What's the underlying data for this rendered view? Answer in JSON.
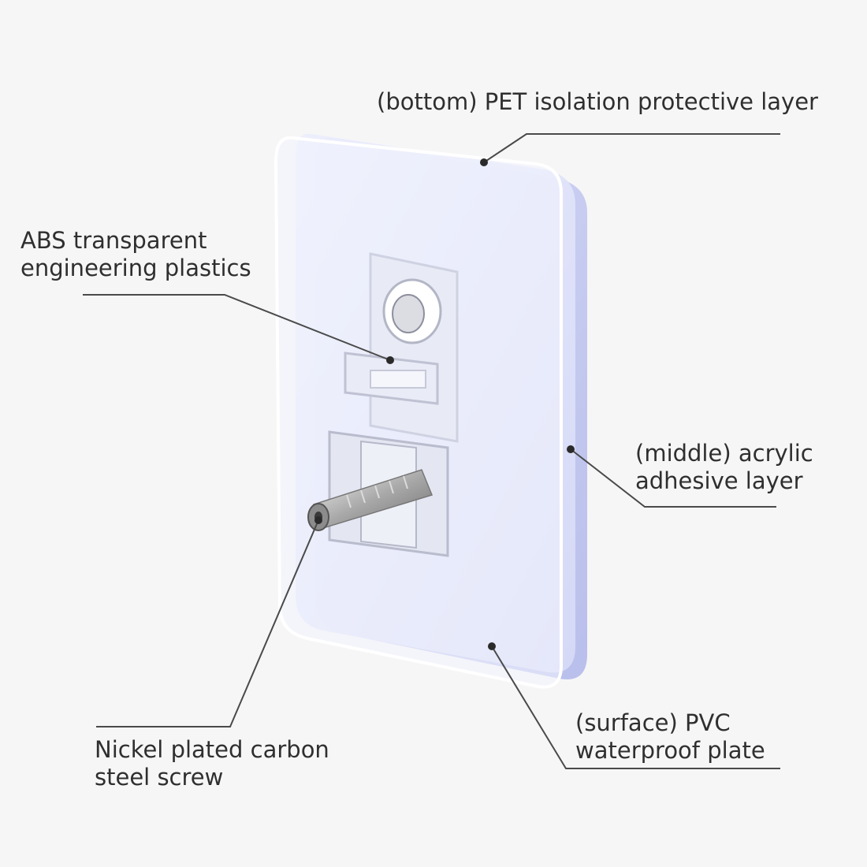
{
  "diagram": {
    "callouts": {
      "pet_layer": {
        "lines": [
          "(bottom) PET isolation protective layer"
        ]
      },
      "abs_plastic": {
        "lines": [
          "ABS transparent",
          "engineering plastics"
        ]
      },
      "acrylic_layer": {
        "lines": [
          "(middle) acrylic",
          "adhesive layer"
        ]
      },
      "pvc_plate": {
        "lines": [
          "(surface) PVC",
          "waterproof plate"
        ]
      },
      "screw": {
        "lines": [
          "Nickel plated carbon",
          "steel screw"
        ]
      }
    },
    "colors": {
      "background": "#f6f6f6",
      "back_layer": "#c9cdf0",
      "middle_layer": "#e3e6fb",
      "front_plate": "#eef0fb",
      "leader_line": "#4a4a4a",
      "text": "#2f2f2f"
    }
  }
}
